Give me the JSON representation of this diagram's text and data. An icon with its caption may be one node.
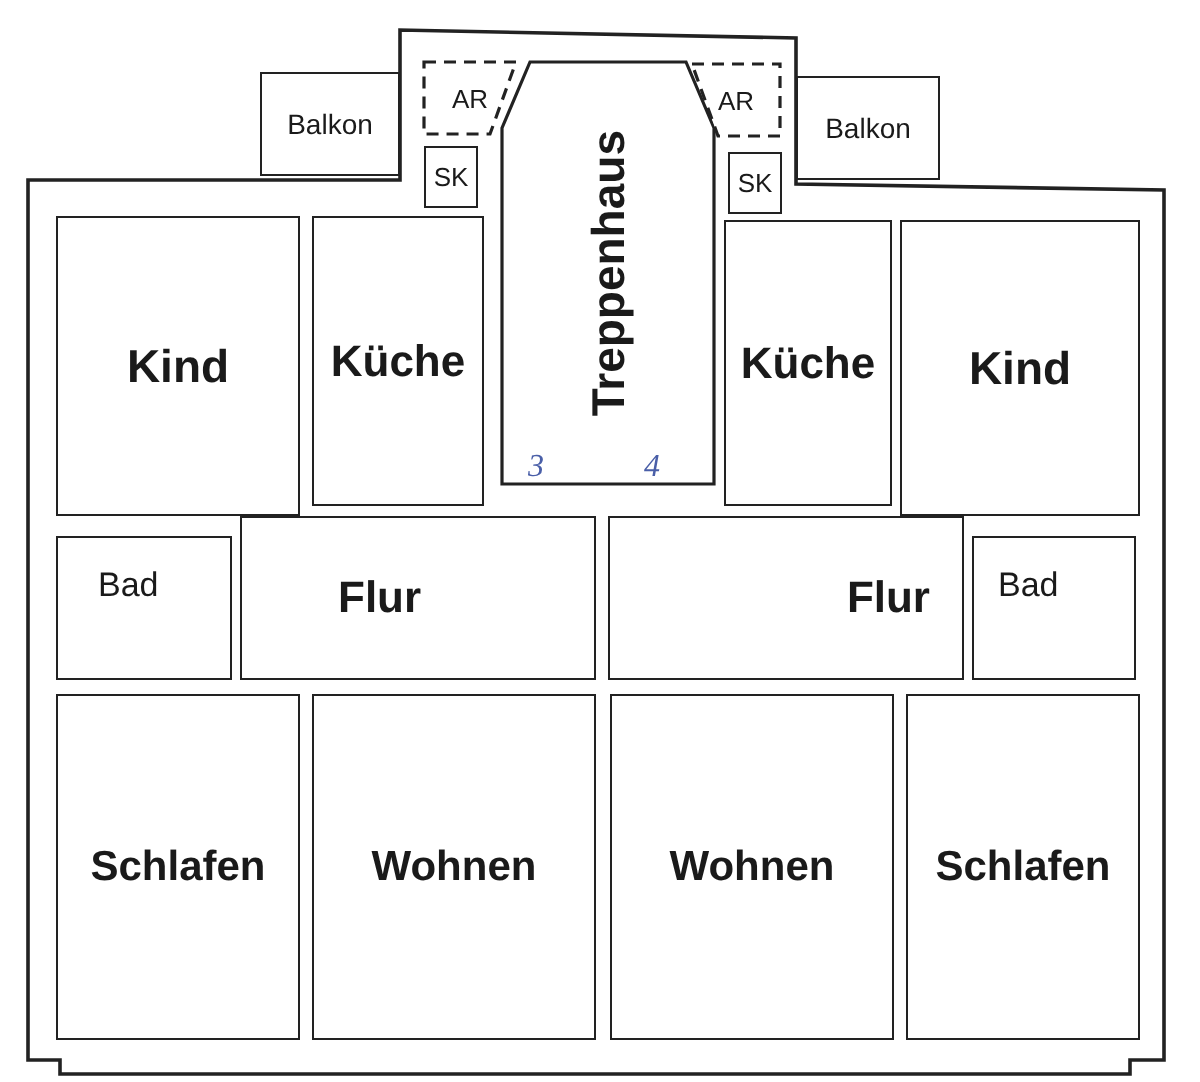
{
  "diagram": {
    "nodes": [
      {
        "text": [
          "Balkon"
        ]
      },
      {
        "text": [
          "AR"
        ]
      },
      {
        "text": [
          "Treppenhaus"
        ]
      },
      {
        "text": [
          "AR"
        ]
      },
      {
        "text": [
          "Balkon"
        ]
      },
      {
        "text": [
          "SK"
        ]
      },
      {
        "text": [
          "SK"
        ]
      },
      {
        "text": [
          "Kind"
        ]
      },
      {
        "text": [
          "Küche"
        ]
      },
      {
        "text": [
          "Küche"
        ]
      },
      {
        "text": [
          "Kind"
        ]
      },
      {
        "text": [
          "Bad"
        ]
      },
      {
        "text": [
          "Flur"
        ]
      },
      {
        "text": [
          "Flur"
        ]
      },
      {
        "text": [
          "Bad"
        ]
      },
      {
        "text": [
          "Schlafen"
        ]
      },
      {
        "text": [
          "Wohnen"
        ]
      },
      {
        "text": [
          "Wohnen"
        ]
      },
      {
        "text": [
          "Schlafen"
        ]
      }
    ],
    "labels": [
      "3",
      "4"
    ]
  }
}
